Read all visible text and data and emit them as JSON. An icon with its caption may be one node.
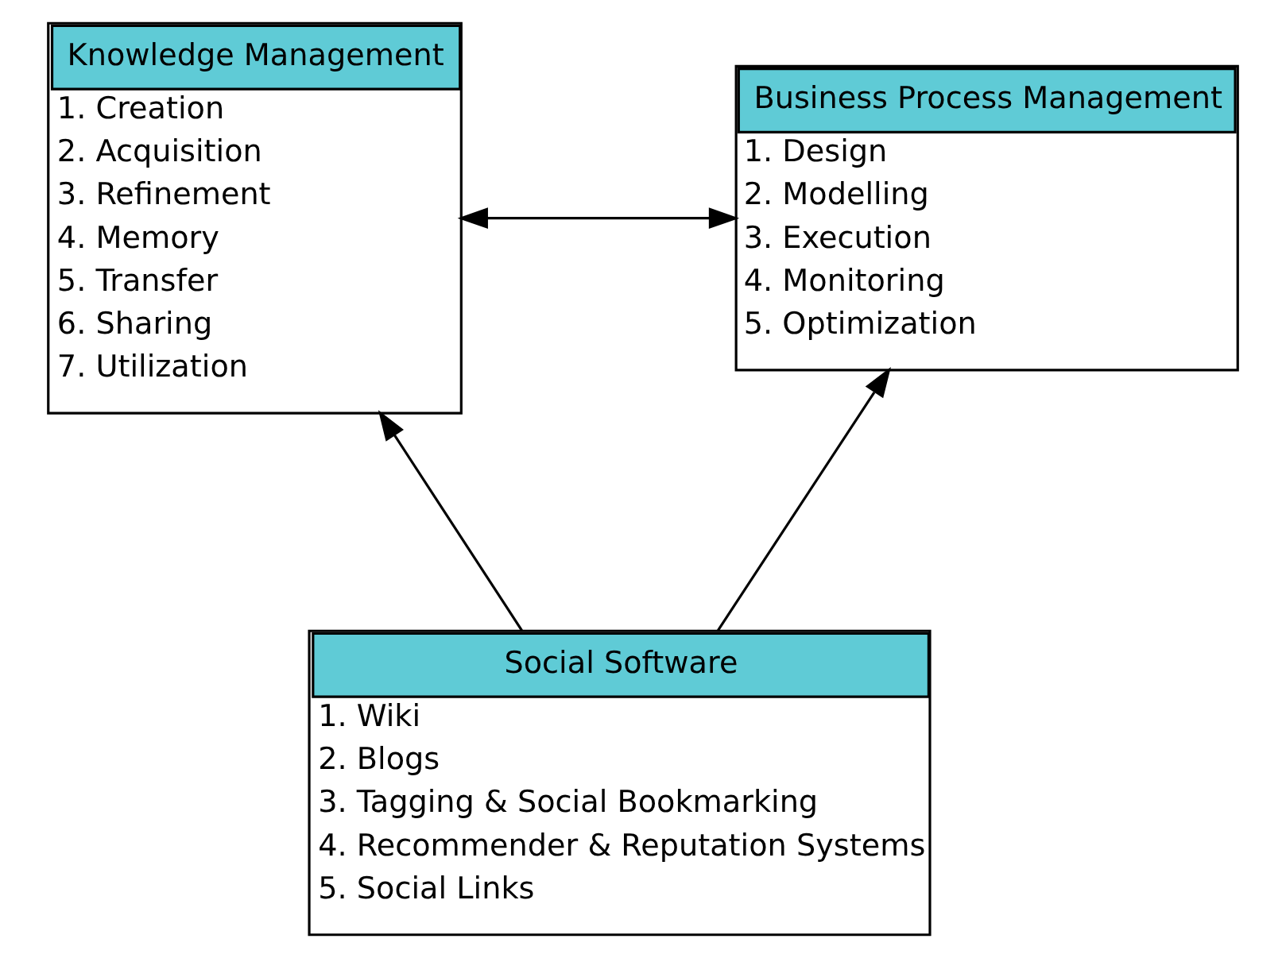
{
  "diagram": {
    "nodes": [
      {
        "text": [
          "Knowledge Management",
          "1. Creation",
          "2. Acquisition",
          "3. Refinement",
          "4. Memory",
          "5. Transfer",
          "6. Sharing",
          "7. Utilization"
        ]
      },
      {
        "text": [
          "Business Process Management",
          "1. Design",
          "2. Modelling",
          "3. Execution",
          "4. Monitoring",
          "5. Optimization"
        ]
      },
      {
        "text": [
          "Social Software",
          "1. Wiki",
          "2. Blogs",
          "3. Tagging & Social Bookmarking",
          "4. Recommender & Reputation Systems",
          "5. Social Links"
        ]
      }
    ],
    "edges": [
      {
        "from": 0,
        "to": 1,
        "arrow": "both"
      },
      {
        "from": 2,
        "to": 0,
        "arrow": "to"
      },
      {
        "from": 2,
        "to": 1,
        "arrow": "to"
      }
    ]
  }
}
